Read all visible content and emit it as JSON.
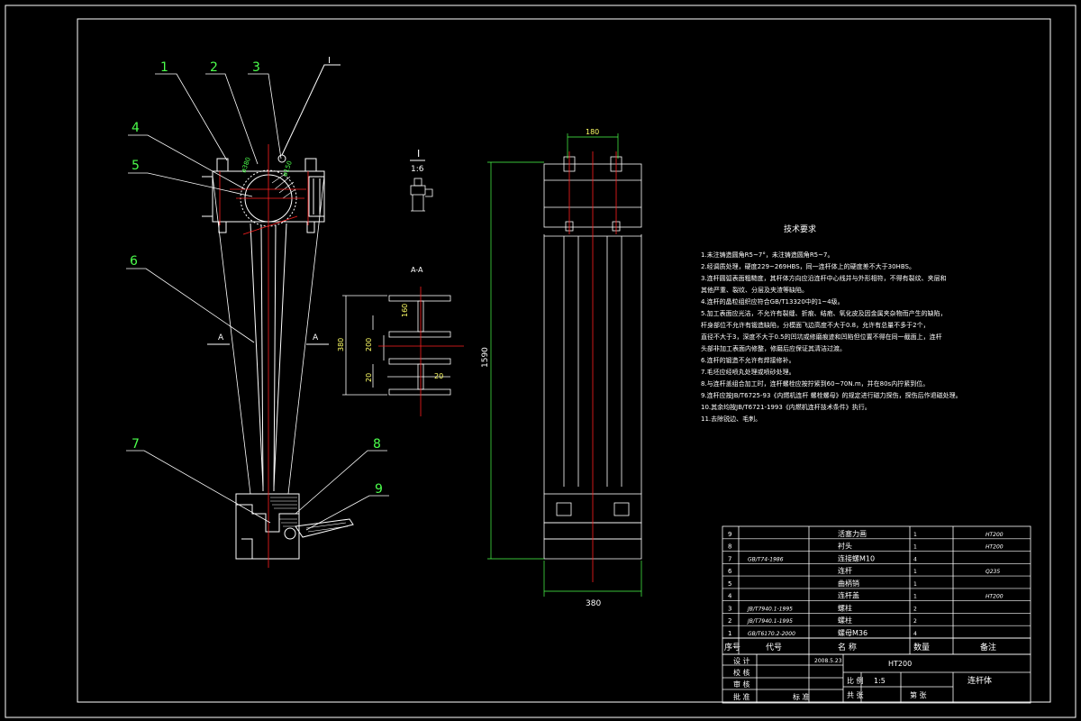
{
  "balloons": [
    "1",
    "2",
    "3",
    "4",
    "5",
    "6",
    "7",
    "8",
    "9"
  ],
  "detail_view": {
    "mark": "I",
    "scale": "1:6"
  },
  "section_marks": [
    "A",
    "A",
    "A-A"
  ],
  "dims": {
    "width_top": "180",
    "overall_length": "1590",
    "width_bottom": "380",
    "section_height": "380",
    "sec_d1": "160",
    "sec_d2": "200",
    "sec_d3": "20",
    "sec_d4": "20",
    "pin_dims": [
      "ø380",
      "ø150"
    ]
  },
  "tech": {
    "title": "技术要求",
    "lines": [
      "1.未注铸造圆角R5~7°，未注铸造圆角R5~7。",
      "2.经调质处理，硬度229~269HBS，同一连杆体上的硬度差不大于30HBS。",
      "3.连杆圆弧表面粗糙度，其杆体方向应沿连杆中心线并与外形相符，不得有裂纹、夹层和",
      "   其他严重、裂纹、分层及夹渣等缺陷。",
      "4.连杆的晶粒组织应符合GB/T13320中的1~4级。",
      "5.加工表面应光洁，不允许有裂缝、折痕、结疤、氧化皮及因金属夹杂物而产生的缺陷，",
      "   杆身部位不允许有锻造缺陷，分模面飞边高度不大于0.8，允许有总量不多于2个，",
      "   直径不大于3，深度不大于0.5的凹坑或修磨痕迹和凹陷但位置不得在同一截面上，连杆",
      "   头部非加工表面内修整，修磨后应保证其清洁过渡。",
      "6.连杆的锻造不允许有焊接修补。",
      "7.毛坯应经喷丸处理或喷砂处理。",
      "8.与连杆盖组合加工时，连杆螺栓应按拧紧到60~70N.m，并在80s内拧紧到位。",
      "9.连杆应按JB/T6725-93《内燃机连杆 螺栓螺母》的规定进行磁力探伤，探伤后作退磁处理。",
      "10.其余均按JB/T6721-1993《内燃机连杆技术条件》执行。",
      "11.去除锐边、毛刺。"
    ]
  },
  "bom": [
    {
      "no": "9",
      "code": "",
      "name": "活塞力画",
      "qty": "1",
      "mat": "HT200"
    },
    {
      "no": "8",
      "code": "",
      "name": "衬头",
      "qty": "1",
      "mat": "HT200"
    },
    {
      "no": "7",
      "code": "GB/T74-1986",
      "name": "连接螺M10",
      "qty": "4",
      "mat": ""
    },
    {
      "no": "6",
      "code": "",
      "name": "连杆",
      "qty": "1",
      "mat": "Q235"
    },
    {
      "no": "5",
      "code": "",
      "name": "曲柄销",
      "qty": "1",
      "mat": ""
    },
    {
      "no": "4",
      "code": "",
      "name": "连杆盖",
      "qty": "1",
      "mat": "HT200"
    },
    {
      "no": "3",
      "code": "JB/T7940.1-1995",
      "name": "螺柱",
      "qty": "2",
      "mat": ""
    },
    {
      "no": "2",
      "code": "JB/T7940.1-1995",
      "name": "螺柱",
      "qty": "2",
      "mat": ""
    },
    {
      "no": "1",
      "code": "GB/T6170.2-2000",
      "name": "螺母M36",
      "qty": "4",
      "mat": ""
    }
  ],
  "bom_header": {
    "no": "序号",
    "code": "代号",
    "name": "名 称",
    "qty": "数量",
    "note": "备注"
  },
  "title_block": {
    "design": "设 计",
    "design_date": "2008.5.23",
    "check": "校 核",
    "review": "审 核",
    "approve": "批 准",
    "standard": "标 准",
    "material": "HT200",
    "scale_label": "比 例",
    "scale": "1:5",
    "sheet_label": "共 张",
    "sheet_no": "第 张",
    "drawing_name": "连杆体"
  }
}
